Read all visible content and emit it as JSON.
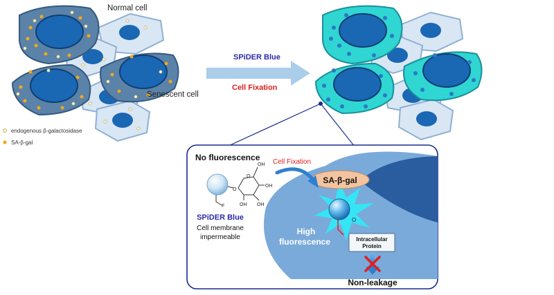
{
  "labels": {
    "normal_cell": "Normal cell",
    "senescent_cell": "Senescent  cell",
    "legend_endogenous": "endogenous β-galactosidase",
    "legend_sa": "SA-β-gal",
    "arrow_top": "SPiDER Blue",
    "arrow_bottom": "Cell Fixation",
    "no_fluorescence": "No fluorescence",
    "cell_fixation": "Cell Fixation",
    "sa_beta_gal": "SA-β-gal",
    "probe_name": "SPiDER Blue",
    "membrane_line1": "Cell membrane",
    "membrane_line2": "impermeable",
    "high_line1": "High",
    "high_line2": "fluorescence",
    "protein_line1": "Intracellular",
    "protein_line2": "Protein",
    "non_leakage": "Non-leakage",
    "chem_o": "O",
    "chem_oh": "OH",
    "chem_f": "F",
    "bond_o": "O"
  },
  "colors": {
    "senescent_fill": "#5b82a8",
    "normal_fill": "#d9e6f4",
    "nucleus": "#1a67b4",
    "endogenous_dot": "#f6f2cf",
    "sa_dot": "#f0a91a",
    "stained_fill": "#2fd6d2",
    "stained_dot": "#2a7ac4",
    "arrow": "#aacdea",
    "probe_label": "#2b2ca8",
    "fixation_label": "#e01e1e",
    "detail_border": "#1a2a8c",
    "enzyme_fill": "#f4c4a0",
    "starburst": "#35e5f5"
  }
}
